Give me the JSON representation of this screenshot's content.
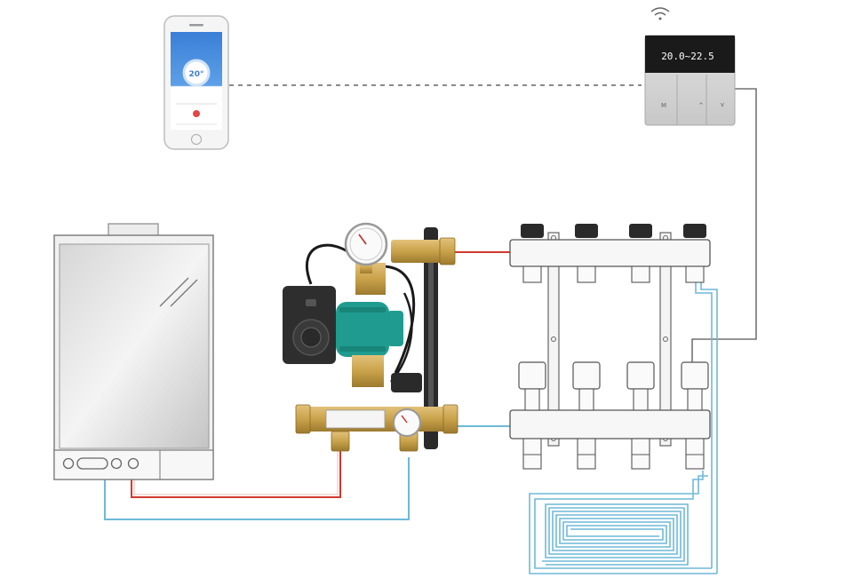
{
  "phone": {
    "temperature": "20°"
  },
  "thermostat": {
    "display": "20.0~22.5",
    "button_m": "M",
    "button_up": "^",
    "button_down": "v"
  },
  "gauges": {
    "top": "",
    "bottom": ""
  },
  "mixer_labels": [
    "",
    "",
    ""
  ],
  "colors": {
    "supply_pipe": "#d0392f",
    "return_pipe": "#6fb9d9",
    "signal_wire": "#555555",
    "wireless_link": "#8a8a8a",
    "pump_body": "#1f9c8f",
    "brass": "#c9a24a"
  },
  "icons": {
    "wifi": "wifi-icon",
    "thermostat": "thermostat-icon",
    "phone": "smartphone-icon",
    "boiler": "boiler-icon",
    "pump": "pump-icon",
    "gauge": "pressure-gauge-icon",
    "manifold": "manifold-icon",
    "floor_loop": "floor-heating-loop-icon"
  }
}
